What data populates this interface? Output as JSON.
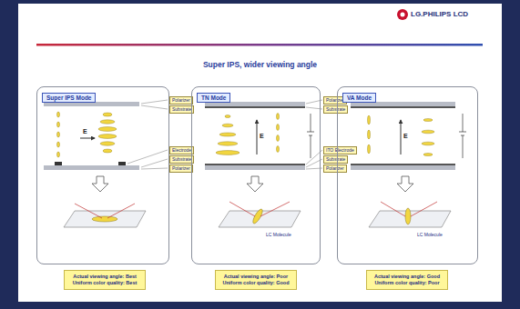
{
  "diagram": {
    "title": "Super IPS, wider viewing angle",
    "nodes": [
      {
        "text": [
          "Super IPS Mode"
        ]
      },
      {
        "text": [
          "Polarizer"
        ]
      },
      {
        "text": [
          "Substrate"
        ]
      },
      {
        "text": [
          "Electrode"
        ]
      },
      {
        "text": [
          "Substrate"
        ]
      },
      {
        "text": [
          "Polarizer"
        ]
      },
      {
        "text": [
          "TN Mode"
        ]
      },
      {
        "text": [
          "Polarizer"
        ]
      },
      {
        "text": [
          "Substrate"
        ]
      },
      {
        "text": [
          "ITO Electrode"
        ]
      },
      {
        "text": [
          "Substrate"
        ]
      },
      {
        "text": [
          "Polarizer"
        ]
      },
      {
        "text": [
          "VA Mode"
        ]
      },
      {
        "text": [
          "Actual viewing angle: Best Uniform color quality: Best"
        ]
      },
      {
        "text": [
          "Actual viewing angle: Poor Uniform color quality: Good"
        ]
      },
      {
        "text": [
          "Actual viewing angle: Good Uniform color quality: Poor"
        ]
      }
    ],
    "labels": [
      "LG.PHILIPS LCD",
      "E",
      "E",
      "E",
      "LC Molecule",
      "LC Molecule"
    ]
  }
}
